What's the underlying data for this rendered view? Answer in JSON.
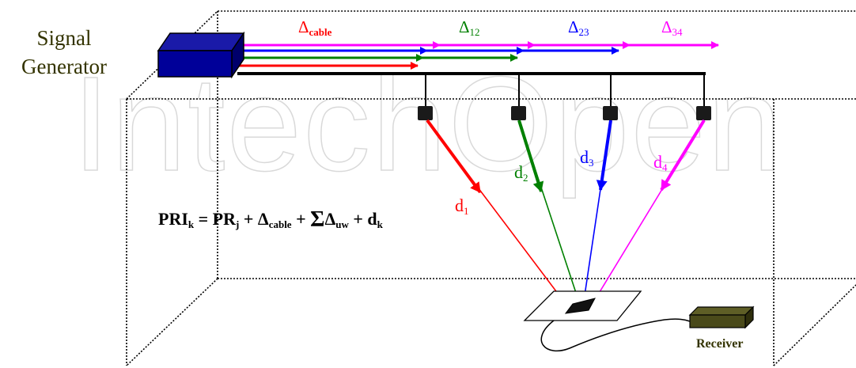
{
  "watermark": "IntechOpen",
  "signal_generator": {
    "line1": "Signal",
    "line2": "Generator"
  },
  "receiver": {
    "label": "Receiver"
  },
  "cable_labels": [
    {
      "sym": "Δ",
      "sub": "cable",
      "color": "#ff0000"
    },
    {
      "sym": "Δ",
      "sub": "12",
      "color": "#008000"
    },
    {
      "sym": "Δ",
      "sub": "23",
      "color": "#0000ff"
    },
    {
      "sym": "Δ",
      "sub": "34",
      "color": "#ff00ff"
    }
  ],
  "distances": [
    {
      "sym": "d",
      "sub": "1",
      "color": "#ff0000"
    },
    {
      "sym": "d",
      "sub": "2",
      "color": "#008000"
    },
    {
      "sym": "d",
      "sub": "3",
      "color": "#0000ff"
    },
    {
      "sym": "d",
      "sub": "4",
      "color": "#ff00ff"
    }
  ],
  "formula": {
    "t1": "PRI",
    "t1_sub": "k",
    "eq": " = ",
    "t2": "PR",
    "t2_sub": "j",
    "plus1": " + ",
    "t3": "Δ",
    "t3_sub": "cable",
    "plus2": " + ",
    "sigma": "Σ",
    "t4": "Δ",
    "t4_sub": "uw",
    "plus3": " + ",
    "t5": "d",
    "t5_sub": "k"
  },
  "colors": {
    "red": "#ff0000",
    "green": "#008000",
    "blue": "#0000ff",
    "magenta": "#ff00ff",
    "generator": "#000099",
    "receiver": "#4a4a1a",
    "watermark": "#d9d9d9"
  }
}
